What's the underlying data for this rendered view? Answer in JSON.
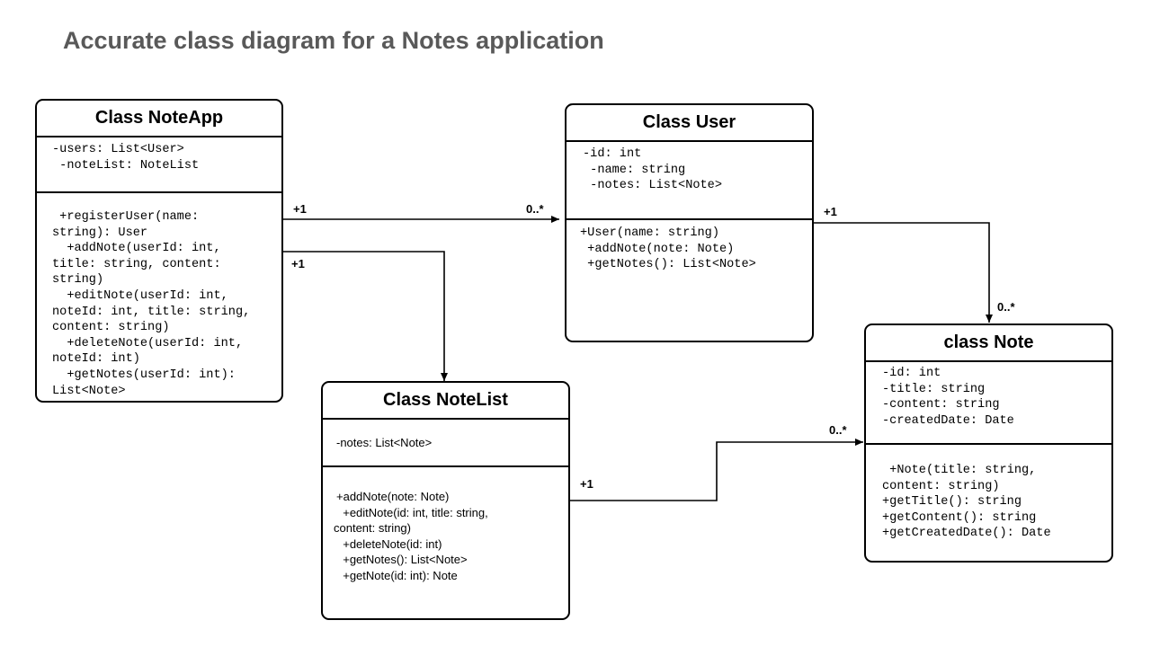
{
  "title": "Accurate class diagram for a Notes application",
  "classes": {
    "noteapp": {
      "name": "Class NoteApp",
      "attributes": [
        "-users: List<User>",
        " -noteList: NoteList"
      ],
      "methods": [
        " +registerUser(name:",
        "string): User",
        "  +addNote(userId: int,",
        "title: string, content:",
        "string)",
        "  +editNote(userId: int,",
        "noteId: int, title: string,",
        "content: string)",
        "  +deleteNote(userId: int,",
        "noteId: int)",
        "  +getNotes(userId: int):",
        "List<Note>"
      ]
    },
    "user": {
      "name": "Class User",
      "attributes": [
        "-id: int",
        " -name: string",
        " -notes: List<Note>"
      ],
      "methods": [
        "+User(name: string)",
        " +addNote(note: Note)",
        " +getNotes(): List<Note>"
      ]
    },
    "notelist": {
      "name": "Class NoteList",
      "attributes": [
        "-notes: List<Note>"
      ],
      "methods": [
        "+addNote(note: Note)",
        "  +editNote(id: int, title: string,",
        "content: string)",
        "  +deleteNote(id: int)",
        "  +getNotes(): List<Note>",
        "  +getNote(id: int): Note"
      ]
    },
    "note": {
      "name": "class Note",
      "attributes": [
        "-id: int",
        "-title: string",
        "-content: string",
        "-createdDate: Date"
      ],
      "methods": [
        " +Note(title: string,",
        "content: string)",
        "+getTitle(): string",
        "+getContent(): string",
        "+getCreatedDate(): Date"
      ]
    }
  },
  "multiplicities": {
    "noteapp_user_source": "+1",
    "noteapp_user_target": "0..*",
    "noteapp_notelist_source": "+1",
    "user_note_source": "+1",
    "user_note_target": "0..*",
    "notelist_note_source": "+1",
    "notelist_note_target": "0..*"
  }
}
